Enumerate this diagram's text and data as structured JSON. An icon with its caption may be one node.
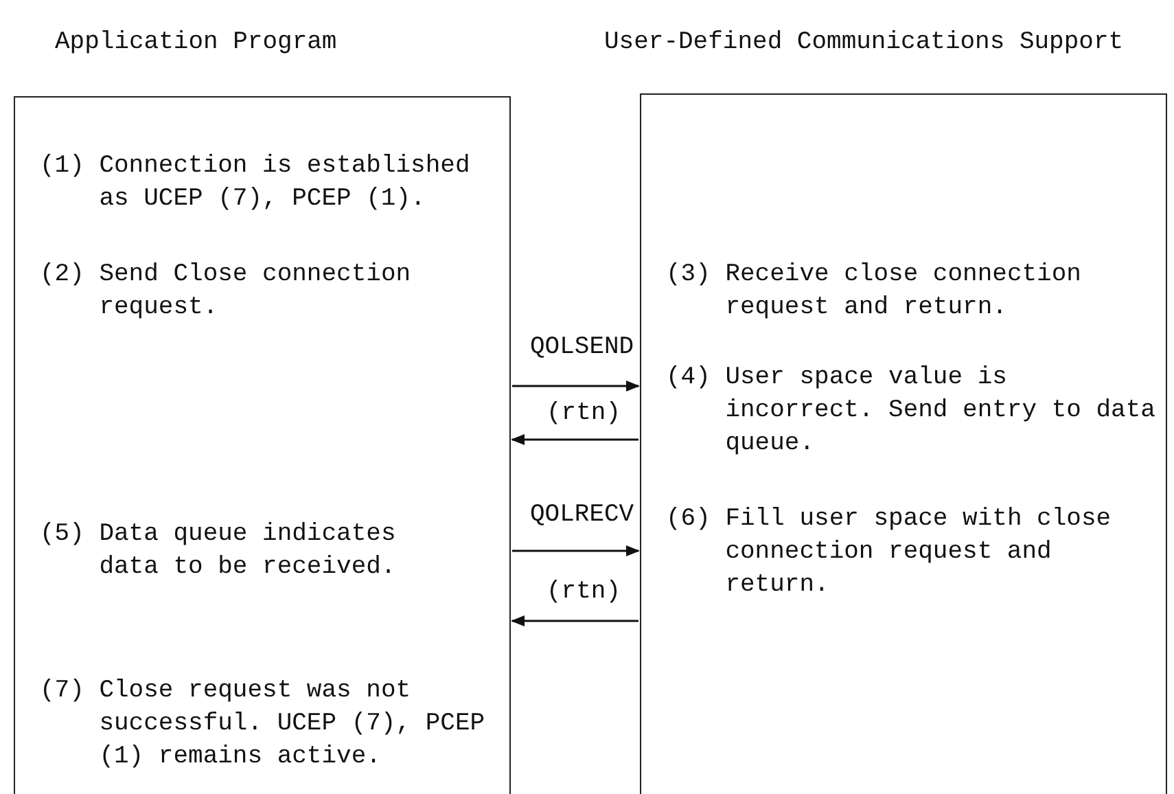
{
  "diagram": {
    "nodes": [
      {
        "text": [
          "Application Program",
          "(1) Connection is established as UCEP (7), PCEP (1).",
          "(2) Send Close connection request.",
          "(5) Data queue indicates data to be received.",
          "(7) Close request was not successful. UCEP (7), PCEP (1) remains active."
        ]
      },
      {
        "text": [
          "User-Defined Communications Support",
          "(3) Receive close connection request and return.",
          "(4) User space value is incorrect. Send entry to data queue.",
          "(6) Fill user space with close connection request and return."
        ]
      }
    ],
    "edges": [
      {
        "from": 0,
        "to": 1,
        "arrow": "to",
        "label": "QOLSEND"
      },
      {
        "from": 1,
        "to": 0,
        "arrow": "to",
        "label": "(rtn)"
      },
      {
        "from": 0,
        "to": 1,
        "arrow": "to",
        "label": "QOLRECV"
      },
      {
        "from": 1,
        "to": 0,
        "arrow": "to",
        "label": "(rtn)"
      }
    ]
  }
}
